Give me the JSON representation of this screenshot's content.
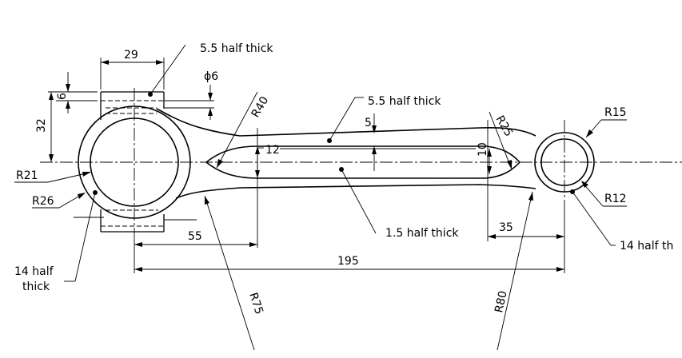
{
  "dims": {
    "d29": "29",
    "d6": "6",
    "d32": "32",
    "phi6": "ϕ6",
    "r40": "R40",
    "r25": "R25",
    "d5": "5",
    "d12": "12",
    "d10": "10",
    "r15": "R15",
    "r12": "R12",
    "r21": "R21",
    "r26": "R26",
    "d55": "55",
    "d35": "35",
    "d195": "195",
    "r75": "R75",
    "r80": "R80"
  },
  "notes": {
    "top_left": "5.5 half thick",
    "top_mid": "5.5 half thick",
    "middle": "1.5 half thick",
    "left_line1": "14 half",
    "left_line2": "thick",
    "right": "14 half th"
  }
}
